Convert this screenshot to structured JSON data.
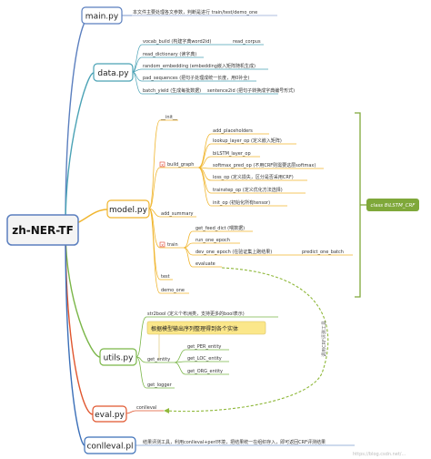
{
  "root": "zh-NER-TF",
  "colors": {
    "main_branch": "#5b7fbf",
    "data_branch": "#4aa2b5",
    "model_branch": "#f0b52d",
    "utils_branch": "#7ab648",
    "eval_branch": "#e0562e",
    "conlleval_branch": "#3b6fb8",
    "class_box": "#7fa83a",
    "highlight": "#fbe78a",
    "icon_red": "#e0402e",
    "dashed_arrow": "#8fb83a"
  },
  "modules": {
    "main": {
      "label": "main.py",
      "desc": "本文件主要处理各文参数，判断是进行 train/test/demo_one"
    },
    "data": {
      "label": "data.py",
      "items": {
        "vocab_build": "vocab_build  (构建字典word2id)",
        "read_corpus": "read_corpus",
        "read_dictionary": "read_dictionary  (读字典)",
        "random_embedding": "random_embedding  (embedding嵌入矩阵随机生成)",
        "pad_sequences": "pad_sequences  (把句子处理成统一长度，用0补全)",
        "batch_yield": "batch_yield  (生成每批数据)",
        "sentence2id": "sentence2id  (把句子转换成字典编号形式)"
      }
    },
    "model": {
      "label": "model.py",
      "init": "__init__",
      "build_graph": "build_graph",
      "build_graph_items": {
        "add_placeholders": "add_placeholders",
        "lookup_layer_op": "lookup_layer_op  (定义嵌入矩阵)",
        "biLSTM_layer_op": "biLSTM_layer_op",
        "softmax_pred_op": "softmax_pred_op  (不用CRF则需要这层softmax)",
        "loss_op": "loss_op  (定义损失，区分是否采用CRF)",
        "trainstep_op": "trainstep_op  (定义优化方法选择)",
        "init_op": "init_op  (初始化所有tensor)"
      },
      "add_summary": "add_summary",
      "train": "train",
      "train_items": {
        "get_feed_dict": "get_feed_dict  (喂数据)",
        "run_one_epoch": "run_one_epoch",
        "dev_one_epoch": "dev_one_epoch  (在验证集上跑结果)",
        "predict_one_batch": "predict_one_batch",
        "evaluate": "evaluate"
      },
      "test": "test",
      "demo_one": "demo_one",
      "class_label": "class BiLSTM_CRF"
    },
    "utils": {
      "label": "utils.py",
      "str2bool": "str2bool  (定义个布洲类，支持更多的bool表示)",
      "highlight_note": "根据模型输出序列整理得到各个实体",
      "get_entity": "get_entity",
      "entities": {
        "per": "get_PER_entity",
        "loc": "get_LOC_entity",
        "org": "get_ORG_entity"
      },
      "get_logger": "get_logger"
    },
    "eval": {
      "label": "eval.py",
      "conlleval": "conlleval",
      "arrow_note": "调用CRF评测工具"
    },
    "conlleval": {
      "label": "conlleval.pl",
      "desc": "结果评测工具，利用conlleval+perl环境，把结果统一在组织存入，即可返回CRF评测结果"
    }
  },
  "watermark": "https://blog.csdn.net/..."
}
